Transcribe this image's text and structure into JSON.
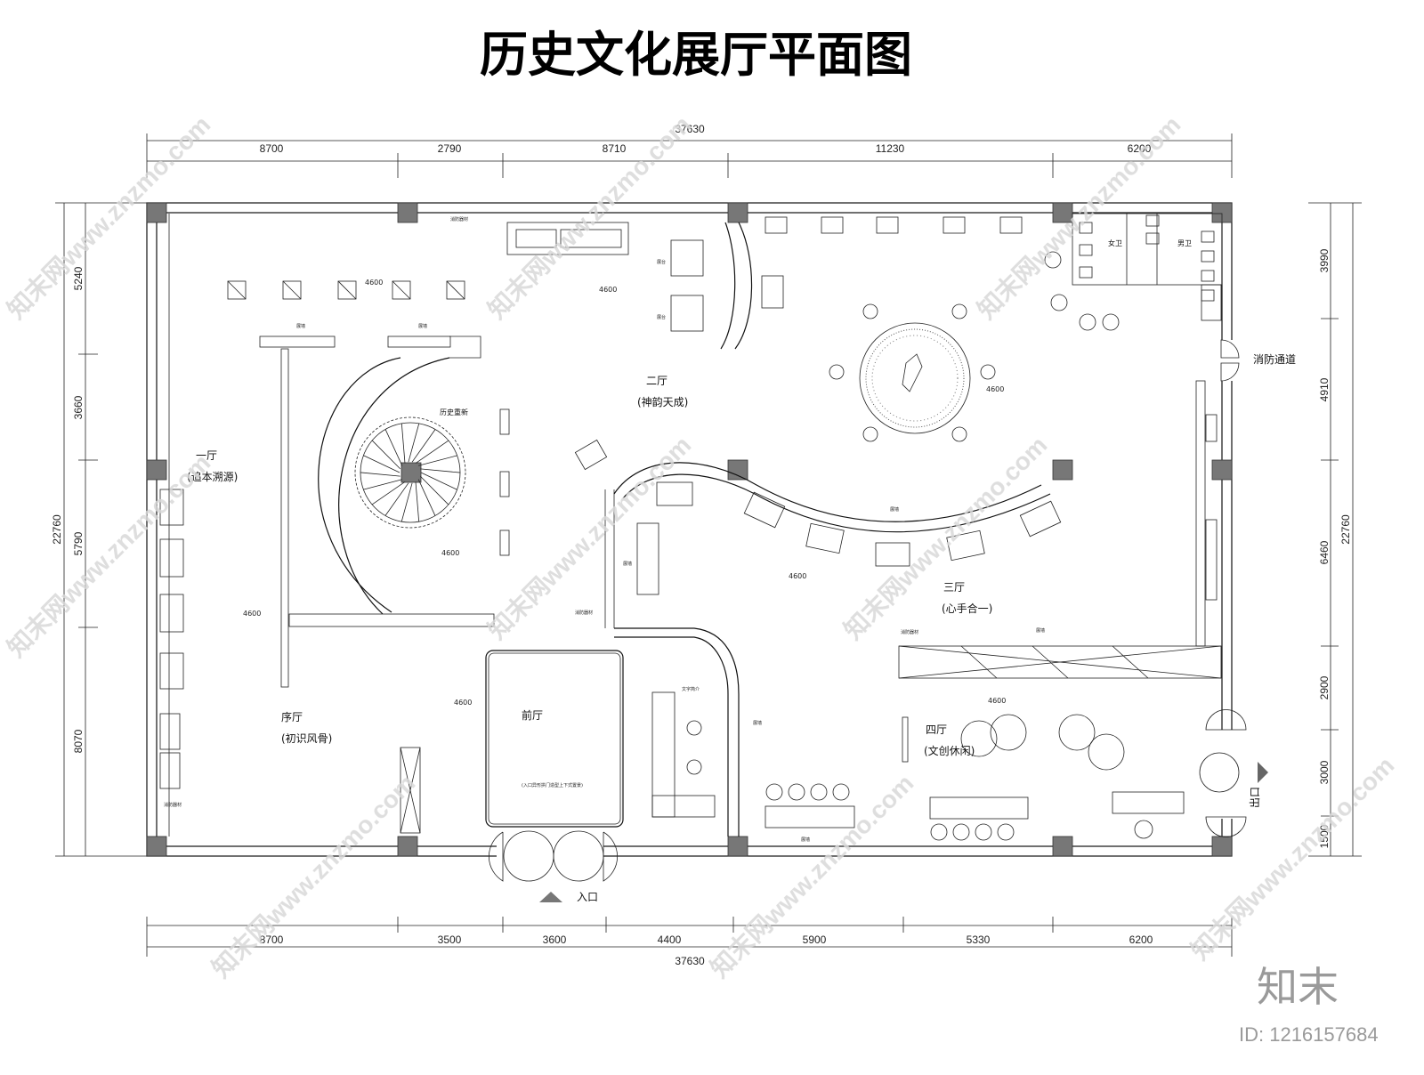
{
  "title": "历史文化展厅平面图",
  "dimensions": {
    "top_total": "37630",
    "top": [
      "8700",
      "2790",
      "8710",
      "11230",
      "6200"
    ],
    "bottom": [
      "8700",
      "3500",
      "3600",
      "4400",
      "5900",
      "5330",
      "6200"
    ],
    "bottom_total": "37630",
    "left_total": "22760",
    "left": [
      "5240",
      "3660",
      "5790",
      "8070"
    ],
    "right_total": "22760",
    "right": [
      "3990",
      "4910",
      "6460",
      "2900",
      "3000",
      "1500"
    ],
    "elevation": "4600"
  },
  "rooms": {
    "hall1_name": "一厅",
    "hall1_sub": "(追本溯源)",
    "hall2_name": "二厅",
    "hall2_sub": "(神韵天成)",
    "hall3_name": "三厅",
    "hall3_sub": "(心手合一)",
    "hall4_name": "四厅",
    "hall4_sub": "(文创休闲)",
    "prelude_name": "序厅",
    "prelude_sub": "(初识风骨)",
    "front_name": "前厅",
    "front_note": "(入口异形拱门造型上下式置景)",
    "history": "历史重新"
  },
  "labels": {
    "entrance": "入口",
    "exit": "出口",
    "fire_exit": "消防通道",
    "women_wc": "女卫",
    "men_wc": "男卫",
    "exhibit_wall": "展墙",
    "exhibit_stand": "展台",
    "guide_desk": "文字简介",
    "extinguisher": "消防器材"
  },
  "watermark": {
    "text": "知末网www.znzmo.com",
    "logo": "知末",
    "id": "ID: 1216157684"
  }
}
